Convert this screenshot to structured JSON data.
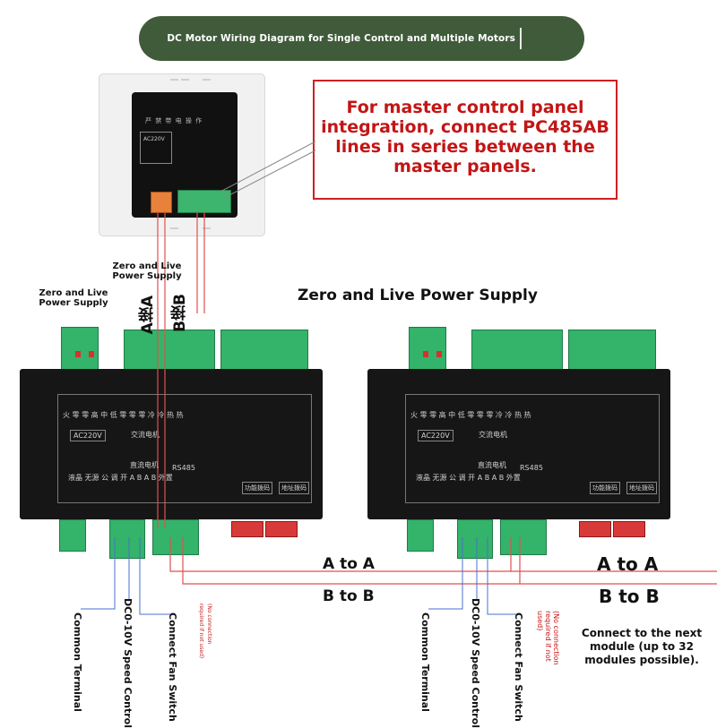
{
  "header": {
    "title": "DC Motor Wiring Diagram for Single Control and Multiple Motors"
  },
  "callout": {
    "text": "For master control panel integration, connect PC485AB lines in series between the master panels."
  },
  "labels": {
    "zero_live_small_1": "Zero and Live Power Supply",
    "zero_live_small_2": "Zero and Live Power Supply",
    "a_wire": "A接A",
    "b_wire": "B接B",
    "zero_live_big": "Zero and Live Power Supply",
    "a_to_a_1": "A to A",
    "b_to_b_1": "B to B",
    "a_to_a_2": "A to A",
    "b_to_b_2": "B to B",
    "common_terminal_1": "Common Terminal",
    "speed_control_1": "DC0-10V Speed Control",
    "fan_switch_1": "Connect Fan Switch",
    "no_conn_1": "(No connection required if not used)",
    "common_terminal_2": "Common Terminal",
    "speed_control_2": "DC0-10V Speed Control",
    "fan_switch_2": "Connect Fan Switch",
    "no_conn_2": "(No connection required if not used)",
    "next_module": "Connect to the next module (up to 32 modules possible)."
  },
  "module": {
    "ac": "AC220V",
    "rs485": "RS485",
    "top_row": "火 零    零 高 中 低 零 零   零 冷 冷 热 热",
    "ac_motor": "交流电机",
    "dc_motor": "直流电机",
    "bottom_row": "液晶 无源   公 调 开   A B A B   外置",
    "func_code": "功能拨码",
    "addr_code": "地址拨码"
  },
  "panel": {
    "top_text": "严 禁 带 电 操 作",
    "ac": "AC220V"
  },
  "colors": {
    "header_bg": "#3f5b3a",
    "callout_red": "#c31515",
    "wire_red": "#e05050",
    "wire_blue": "#4a6fd0",
    "terminal_green": "#34b36a"
  }
}
